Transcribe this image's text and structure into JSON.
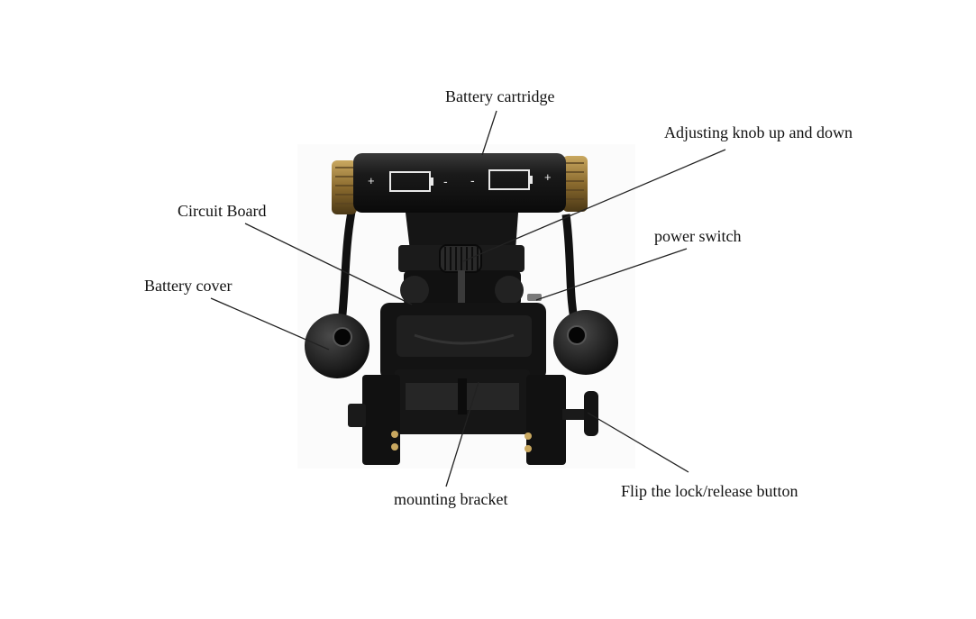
{
  "labels": {
    "battery_cartridge": "Battery cartridge",
    "adjusting_knob": "Adjusting knob up and down",
    "circuit_board": "Circuit Board",
    "power_switch": "power switch",
    "battery_cover": "Battery cover",
    "mounting_bracket": "mounting bracket",
    "lock_release": "Flip the lock/release button"
  },
  "cartridge_marks": {
    "plus_left": "+",
    "plus_right": "+",
    "minus_left": "-",
    "minus_right": "-"
  },
  "colors": {
    "device_body": "#141414",
    "device_highlight": "#3a3a3a",
    "brass": "#9a7a3a",
    "leader_line": "#222222",
    "label_text": "#111111"
  }
}
